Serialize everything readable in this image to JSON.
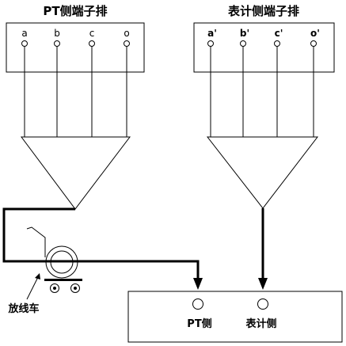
{
  "pt_block": {
    "title": "PT侧端子排",
    "terminals": [
      "a",
      "b",
      "c",
      "o"
    ]
  },
  "meter_block": {
    "title": "表计侧端子排",
    "terminals": [
      "a'",
      "b'",
      "c'",
      "o'"
    ]
  },
  "reel": {
    "label": "放线车"
  },
  "device": {
    "pt_side_label": "PT侧",
    "meter_side_label": "表计侧"
  }
}
